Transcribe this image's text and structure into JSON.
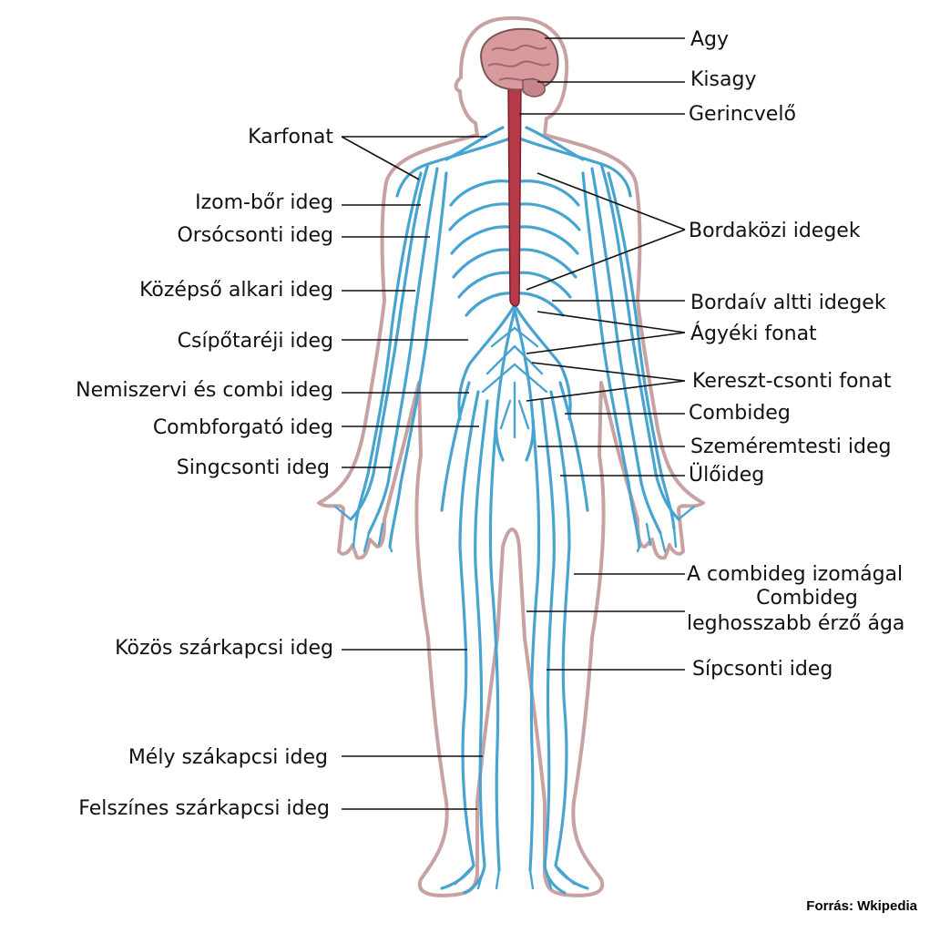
{
  "colors": {
    "nerve": "#47a4d0",
    "spinal_cord": "#b63a48",
    "brain": "#d99a9e",
    "body_outline": "#c8a2a2",
    "text": "#111111"
  },
  "labels_left": [
    "Karfonat",
    "Izom-bőr ideg",
    "Orsócsonti ideg",
    "Középső alkari ideg",
    "Csípőtaréji ideg",
    "Nemiszervi és combi ideg",
    "Combforgató ideg",
    "Singcsonti ideg",
    "Közös szárkapcsi ideg",
    "Mély szákapcsi ideg",
    "Felszínes szárkapcsi ideg"
  ],
  "labels_right": [
    "Agy",
    "Kisagy",
    "Gerincvelő",
    "Bordaközi idegek",
    "Bordaív altti idegek",
    "Ágyéki fonat",
    "Kereszt-csonti fonat",
    "Combideg",
    "Szeméremtesti ideg",
    "Ülőideg",
    "A combideg izomágal",
    "Combideg",
    "leghosszabb érző ága",
    "Sípcsonti ideg"
  ],
  "source": "Forrás: Wkipedia"
}
